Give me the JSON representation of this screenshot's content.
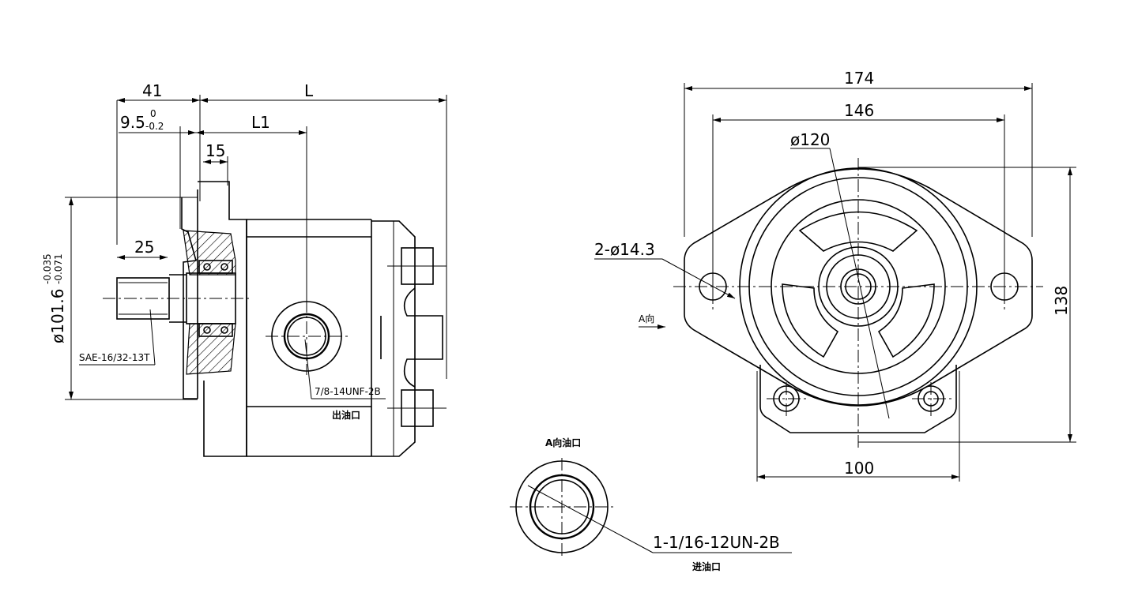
{
  "side_view": {
    "dim_41": "41",
    "dim_L": "L",
    "dim_9_5": "9.5",
    "dim_9_5_upper_tol": "0",
    "dim_9_5_lower_tol": "-0.2",
    "dim_L1": "L1",
    "dim_15": "15",
    "dim_25": "25",
    "dia_pilot": "ø101.6",
    "dia_pilot_upper_tol": "-0.035",
    "dia_pilot_lower_tol": "-0.071",
    "shaft_spline": "SAE-16/32-13T",
    "outlet_thread": "7/8-14UNF-2B",
    "outlet_label": "出油口"
  },
  "front_view": {
    "dim_174": "174",
    "dim_146": "146",
    "dia_120": "ø120",
    "holes": "2-ø14.3",
    "dim_138": "138",
    "dim_100": "100",
    "view_arrow_label": "A向"
  },
  "inlet_view": {
    "title": "A向油口",
    "thread": "1-1/16-12UN-2B",
    "inlet_label": "进油口"
  }
}
